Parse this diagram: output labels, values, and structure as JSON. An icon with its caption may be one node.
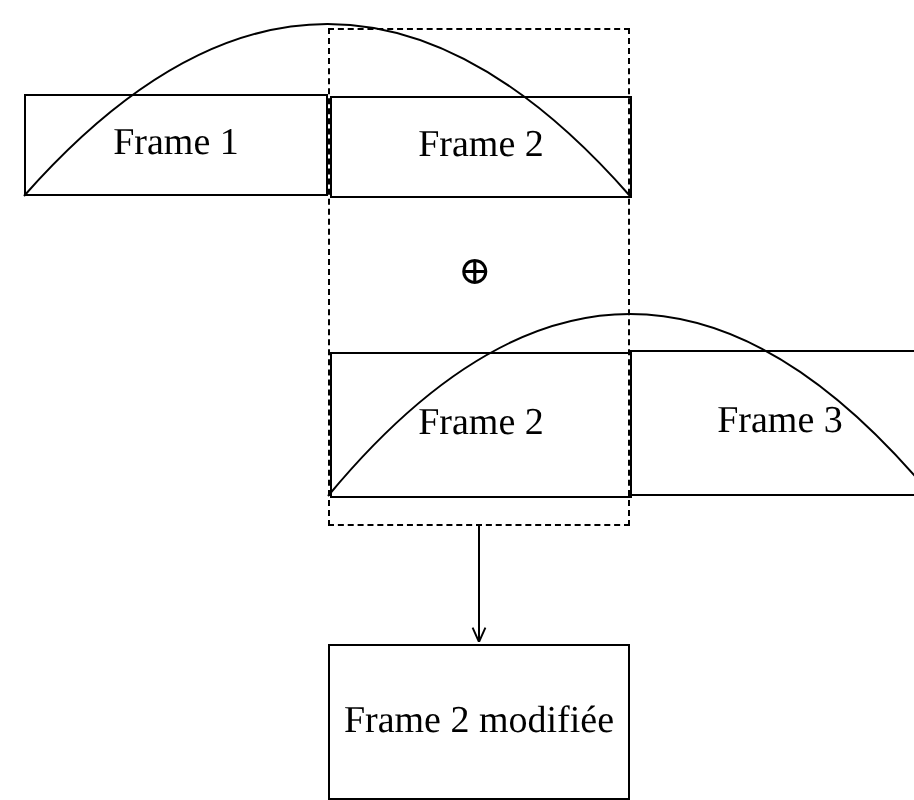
{
  "diagram": {
    "nodes": [
      {
        "text": [
          "Frame 1"
        ]
      },
      {
        "text": [],
        "shape": "box"
      },
      {
        "text": [
          "Frame 2"
        ],
        "in": 1
      },
      {
        "text": [
          "Frame 2"
        ],
        "in": 1
      },
      {
        "text": [
          "Frame 3"
        ]
      },
      {
        "text": [
          "Frame 2 modifiée"
        ]
      }
    ],
    "edges": [
      {
        "from": 1,
        "to": 5,
        "arrow": "to"
      }
    ],
    "labels": [
      "⊕"
    ]
  }
}
